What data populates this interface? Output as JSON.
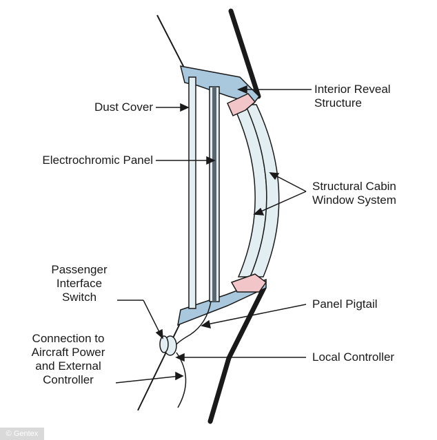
{
  "colors": {
    "panel_fill": "#a9c7dd",
    "glass_fill": "#e3eef3",
    "seal_fill": "#f2c6c8",
    "ec_panel_fill": "#5c6670",
    "line": "#1a1a1a"
  },
  "labels": {
    "interior_reveal_structure": [
      "Interior Reveal",
      "Structure"
    ],
    "dust_cover": "Dust Cover",
    "electrochromic_panel": "Electrochromic Panel",
    "structural_cabin_window_system": [
      "Structural Cabin",
      "Window System"
    ],
    "passenger_interface_switch": [
      "Passenger",
      "Interface",
      "Switch"
    ],
    "panel_pigtail": "Panel Pigtail",
    "connection_to_aircraft_power": [
      "Connection to",
      "Aircraft Power",
      "and External",
      "Controller"
    ],
    "local_controller": "Local Controller"
  },
  "credit": "© Gentex"
}
